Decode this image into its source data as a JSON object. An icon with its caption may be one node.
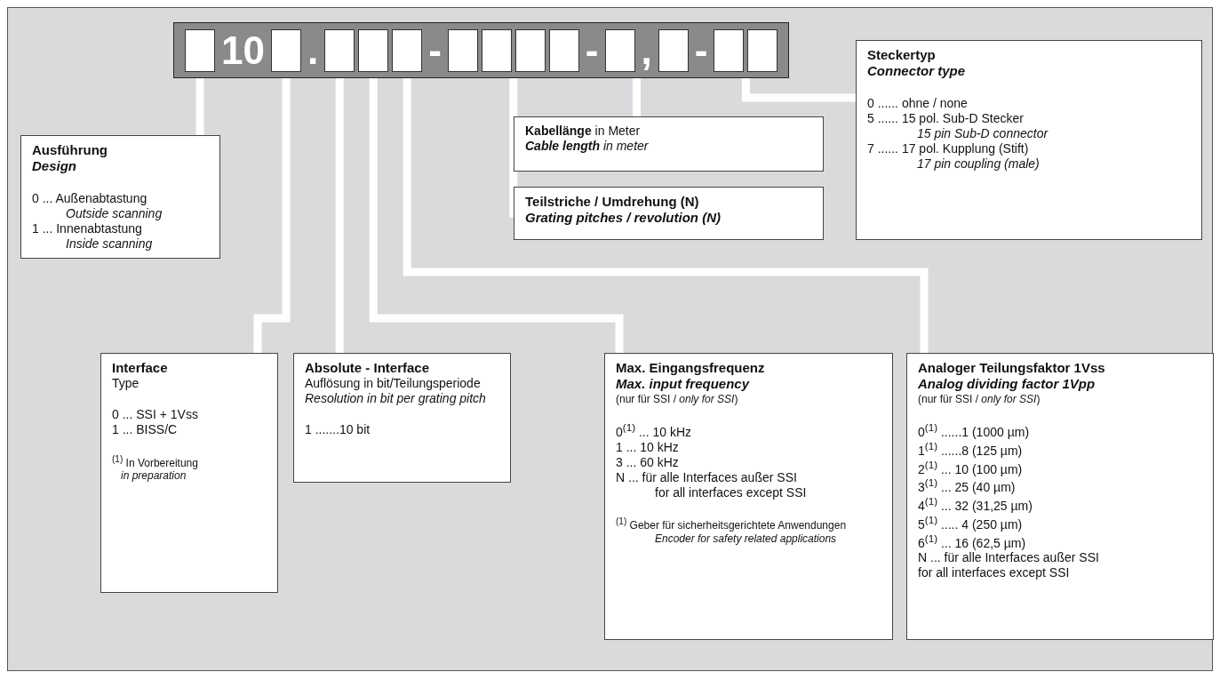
{
  "diagram": {
    "nodes": [
      {
        "text": [
          "10",
          ".",
          "-",
          "-",
          ",",
          "-"
        ]
      },
      {
        "text": [],
        "shape": "box",
        "in": 0
      },
      {
        "text": [],
        "shape": "box",
        "in": 0
      },
      {
        "text": [],
        "shape": "box",
        "in": 0
      },
      {
        "text": [],
        "shape": "box",
        "in": 0
      },
      {
        "text": [],
        "shape": "box",
        "in": 0
      },
      {
        "text": [],
        "shape": "box",
        "in": 0
      },
      {
        "text": [],
        "shape": "box",
        "in": 0
      },
      {
        "text": [],
        "shape": "box",
        "in": 0
      },
      {
        "text": [],
        "shape": "box",
        "in": 0
      },
      {
        "text": [],
        "shape": "box",
        "in": 0
      },
      {
        "text": [],
        "shape": "box",
        "in": 0
      },
      {
        "text": [],
        "shape": "box",
        "in": 0
      },
      {
        "text": [],
        "shape": "box",
        "in": 0
      },
      {
        "text": [
          "Ausführung",
          "Design",
          "0 ... Außenabtastung",
          "Outside scanning",
          "1 ... Innenabtastung",
          "Inside scanning"
        ]
      },
      {
        "text": [
          "**Kabellänge** in Meter",
          "**Cable length** in meter"
        ]
      },
      {
        "text": [
          "Teilstriche / Umdrehung (N)",
          "Grating pitches / revolution (N)"
        ]
      },
      {
        "text": [
          "Steckertyp",
          "Connector type",
          "0 ...... ohne / none",
          "5 ...... 15 pol. Sub-D Stecker",
          "15 pin Sub-D connector",
          "7 ...... 17 pol. Kupplung (Stift)",
          "17 pin coupling (male)"
        ]
      },
      {
        "text": [
          "Interface",
          "Type",
          "0 ... SSI + 1Vss",
          "1 ... BISS/C",
          "$^{(1)}$ In Vorbereitung",
          "in preparation"
        ]
      },
      {
        "text": [
          "Absolute - Interface",
          "Auflösung in bit/Teilungsperiode",
          "Resolution in bit per grating pitch",
          "1 .......10 bit"
        ]
      },
      {
        "text": [
          "Max. Eingangsfrequenz",
          "Max. input frequency",
          "(nur für SSI / *only for SSI*)",
          "0$^{(1)}$ ... 10 kHz",
          "1 ... 10 kHz",
          "3 ... 60 kHz",
          "N ... für alle Interfaces außer SSI",
          "for all interfaces except SSI",
          "$^{(1)}$ Geber für sicherheitsgerichtete Anwendungen",
          "Encoder for safety related applications"
        ]
      },
      {
        "text": [
          "Analoger Teilungsfaktor 1Vss",
          "Analog dividing factor 1Vpp",
          "(nur für SSI / *only for SSI*)",
          "0$^{(1)}$ ......1 (1000 µm)",
          "1$^{(1)}$ ......8 (125 µm)",
          "2$^{(1)}$ ... 10 (100 µm)",
          "3$^{(1)}$ ... 25 (40 µm)",
          "4$^{(1)}$ ... 32 (31,25 µm)",
          "5$^{(1)}$ ..... 4 (250 µm)",
          "6$^{(1)}$ ... 16 (62,5 µm)",
          "N ... für alle Interfaces außer SSI",
          "for all interfaces except SSI"
        ]
      }
    ],
    "edges": [
      {
        "from": 14,
        "to": 1,
        "arrow": "none"
      },
      {
        "from": 18,
        "to": 2,
        "arrow": "none"
      },
      {
        "from": 19,
        "to": 3,
        "arrow": "none"
      },
      {
        "from": 20,
        "to": 4,
        "arrow": "none"
      },
      {
        "from": 21,
        "to": 5,
        "arrow": "none"
      },
      {
        "from": 16,
        "to": 7,
        "arrow": "none"
      },
      {
        "from": 15,
        "to": 10,
        "arrow": "none"
      },
      {
        "from": 17,
        "to": 12,
        "arrow": "none"
      }
    ]
  }
}
